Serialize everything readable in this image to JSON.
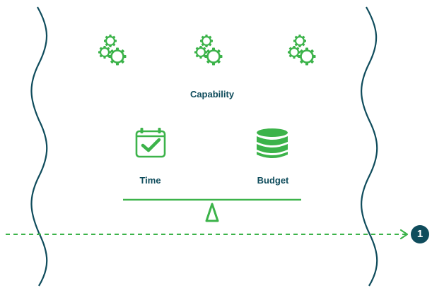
{
  "diagram": {
    "capability_label": "Capability",
    "time_label": "Time",
    "budget_label": "Budget",
    "marker_number": "1",
    "colors": {
      "accent_green": "#3cb34a",
      "dark_teal": "#0f4c5c",
      "background": "#ffffff"
    },
    "icons": {
      "capability": "gears-icon",
      "time": "calendar-check-icon",
      "budget": "coin-stack-icon",
      "fulcrum": "triangle-fulcrum-icon"
    }
  }
}
